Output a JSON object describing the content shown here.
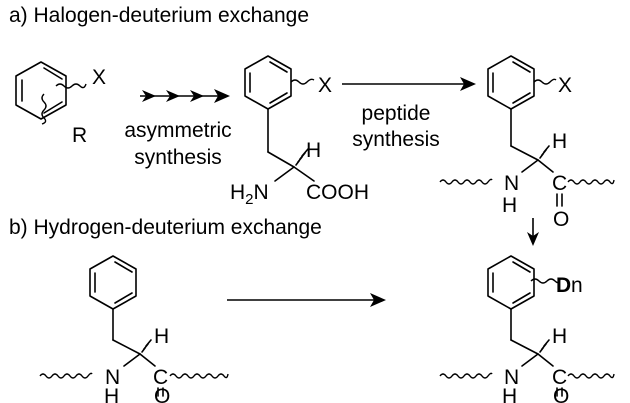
{
  "section_a": {
    "title": "a) Halogen-deuterium exchange"
  },
  "section_b": {
    "title": "b) Hydrogen-deuterium exchange"
  },
  "atoms": {
    "x": "X",
    "r": "R",
    "h": "H",
    "h2n": "H2N",
    "h2": "2",
    "n": "N",
    "cooh": "COOH",
    "nh_n": "N",
    "nh_h": "H",
    "c": "C",
    "o": "O",
    "d": "D",
    "dn_sub": "n"
  },
  "arrows": {
    "step1_label_1": "asymmetric",
    "step1_label_2": "synthesis",
    "step2_label_1": "peptide",
    "step2_label_2": "synthesis"
  },
  "colors": {
    "ink": "#000000",
    "background": "#ffffff"
  }
}
